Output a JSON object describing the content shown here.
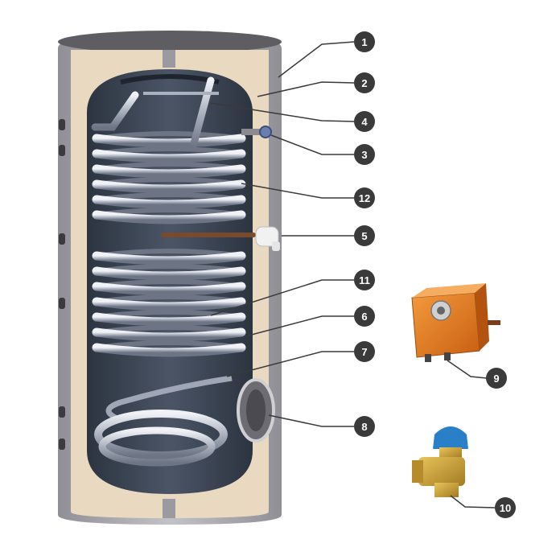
{
  "colors": {
    "callout_fill": "#3a3a3a",
    "callout_text": "#ffffff",
    "leader_line": "#3a3a3a",
    "jacket": "#b3b3b8",
    "insulation": "#ead9c1",
    "inner_tank": "#3b4452",
    "coil": "#c4cad6",
    "thermostat": "#e07a22",
    "valve_brass": "#c9a23a",
    "valve_cap": "#2a7fc9"
  },
  "callouts": [
    {
      "id": "1",
      "label": "1"
    },
    {
      "id": "2",
      "label": "2"
    },
    {
      "id": "4",
      "label": "4"
    },
    {
      "id": "3",
      "label": "3"
    },
    {
      "id": "12",
      "label": "12"
    },
    {
      "id": "5",
      "label": "5"
    },
    {
      "id": "11",
      "label": "11"
    },
    {
      "id": "6",
      "label": "6"
    },
    {
      "id": "7",
      "label": "7"
    },
    {
      "id": "8",
      "label": "8"
    },
    {
      "id": "9",
      "label": "9"
    },
    {
      "id": "10",
      "label": "10"
    }
  ],
  "components": {
    "outer_jacket": "jacket",
    "insulation_layer": "insulation",
    "inner_tank": "tank",
    "upper_coil": "coil-upper",
    "lower_coil": "coil-lower",
    "bottom_spiral": "spiral",
    "electric_heater": "heater",
    "flange": "flange",
    "thermostat": "thermostat",
    "safety_valve": "valve",
    "anode": "anode",
    "sensor_port": "sensor"
  }
}
